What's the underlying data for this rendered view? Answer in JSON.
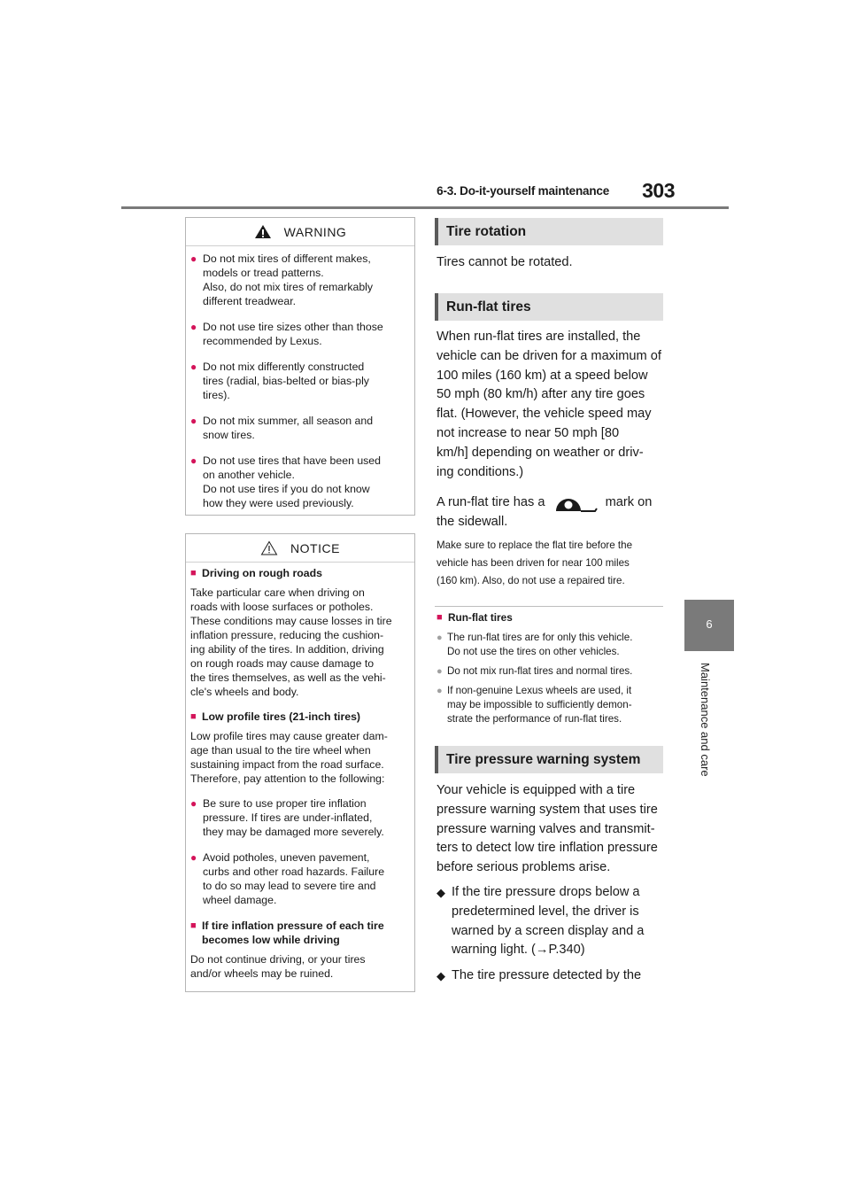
{
  "header": {
    "section": "6-3. Do-it-yourself maintenance",
    "page_number": "303"
  },
  "side_tab": {
    "number": "6",
    "label": "Maintenance and care"
  },
  "warning_box": {
    "title": "WARNING",
    "items": [
      [
        "Do not mix tires of different makes,",
        "models or tread patterns.",
        "Also, do not mix tires of remarkably",
        "different treadwear."
      ],
      [
        "Do not use tire sizes other than those",
        "recommended by Lexus."
      ],
      [
        "Do not mix differently constructed",
        "tires (radial, bias-belted or bias-ply",
        "tires)."
      ],
      [
        "Do not mix summer, all season and",
        "snow tires."
      ],
      [
        "Do not use tires that have been used",
        "on another vehicle.",
        "Do not use tires if you do not know",
        "how they were used previously."
      ]
    ]
  },
  "notice_box": {
    "title": "NOTICE",
    "s1_title": "Driving on rough roads",
    "s1_lines": [
      "Take particular care when driving on",
      "roads with loose surfaces or potholes.",
      "These conditions may cause losses in tire",
      "inflation pressure, reducing the cushion-",
      "ing ability of the tires. In addition, driving",
      "on rough roads may cause damage to",
      "the tires themselves, as well as the vehi-",
      "cle's wheels and body."
    ],
    "s2_title": "Low profile tires (21-inch tires)",
    "s2_lines": [
      "Low profile tires may cause greater dam-",
      "age than usual to the tire wheel when",
      "sustaining impact from the road surface.",
      "Therefore, pay attention to the following:"
    ],
    "s2_bullets": [
      [
        "Be sure to use proper tire inflation",
        "pressure. If tires are under-inflated,",
        "they may be damaged more severely."
      ],
      [
        "Avoid potholes, uneven pavement,",
        "curbs and other road hazards. Failure",
        "to do so may lead to severe tire and",
        "wheel damage."
      ]
    ],
    "s3_title_1": "If tire inflation pressure of each tire",
    "s3_title_2": "becomes low while driving",
    "s3_lines": [
      "Do not continue driving, or your tires",
      "and/or wheels may be ruined."
    ]
  },
  "right": {
    "tire_rotation_title": "Tire rotation",
    "tire_rotation_text": "Tires cannot be rotated.",
    "runflat_title": "Run-flat tires",
    "runflat_lines": [
      "When run-flat tires are installed, the",
      "vehicle can be driven for a maximum of",
      "100 miles (160 km) at a speed below",
      "50 mph (80 km/h) after any tire goes",
      "flat. (However, the vehicle speed may",
      "not increase to near 50 mph [80",
      "km/h] depending on weather or driv-",
      "ing conditions.)"
    ],
    "mark_before": "A run-flat tire has a",
    "mark_after": "mark on",
    "mark_line2": "the sidewall.",
    "replace_lines": [
      "Make sure to replace the flat tire before the",
      "vehicle has been driven for near 100 miles",
      "(160 km). Also, do not use a repaired tire."
    ],
    "note_title": "Run-flat tires",
    "note_bullets": [
      [
        "The run-flat tires are for only this vehicle.",
        "Do not use the tires on other vehicles."
      ],
      [
        "Do not mix run-flat tires and normal tires."
      ],
      [
        "If non-genuine Lexus wheels are used, it",
        "may be impossible to sufficiently demon-",
        "strate the performance of run-flat tires."
      ]
    ],
    "tpws_title": "Tire pressure warning system",
    "tpws_lines": [
      "Your vehicle is equipped with a tire",
      "pressure warning system that uses tire",
      "pressure warning valves and transmit-",
      "ters to detect low tire inflation pressure",
      "before serious problems arise."
    ],
    "tpws_d1": [
      "If the tire pressure drops below a",
      "predetermined level, the driver is",
      "warned by a screen display and a",
      "warning light. (→P.340)"
    ],
    "tpws_d2": [
      "The tire pressure detected by the"
    ]
  }
}
